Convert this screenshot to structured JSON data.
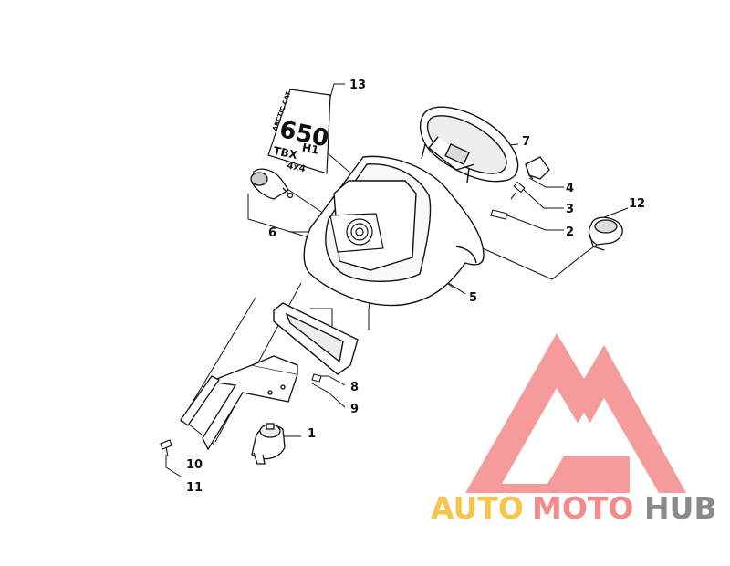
{
  "diagram": {
    "callouts": [
      {
        "id": "c1",
        "label": "1"
      },
      {
        "id": "c2",
        "label": "2"
      },
      {
        "id": "c3",
        "label": "3"
      },
      {
        "id": "c4",
        "label": "4"
      },
      {
        "id": "c5",
        "label": "5"
      },
      {
        "id": "c6",
        "label": "6"
      },
      {
        "id": "c7",
        "label": "7"
      },
      {
        "id": "c8",
        "label": "8"
      },
      {
        "id": "c9",
        "label": "9"
      },
      {
        "id": "c10",
        "label": "10"
      },
      {
        "id": "c11",
        "label": "11"
      },
      {
        "id": "c12",
        "label": "12"
      },
      {
        "id": "c13",
        "label": "13"
      }
    ],
    "decal": {
      "brand": "ARCTIC CAT",
      "model_number": "650",
      "model_suffix": "H1",
      "model_name": "TBX",
      "drive": "4x4"
    }
  },
  "watermark": {
    "word_1": "AUTO",
    "word_2": "MOTO",
    "word_3": "HUB",
    "color_auto": "#f6c54a",
    "color_moto": "#f48a8a",
    "color_hub": "#8a8a8a",
    "logo_color": "#f48a8a"
  }
}
